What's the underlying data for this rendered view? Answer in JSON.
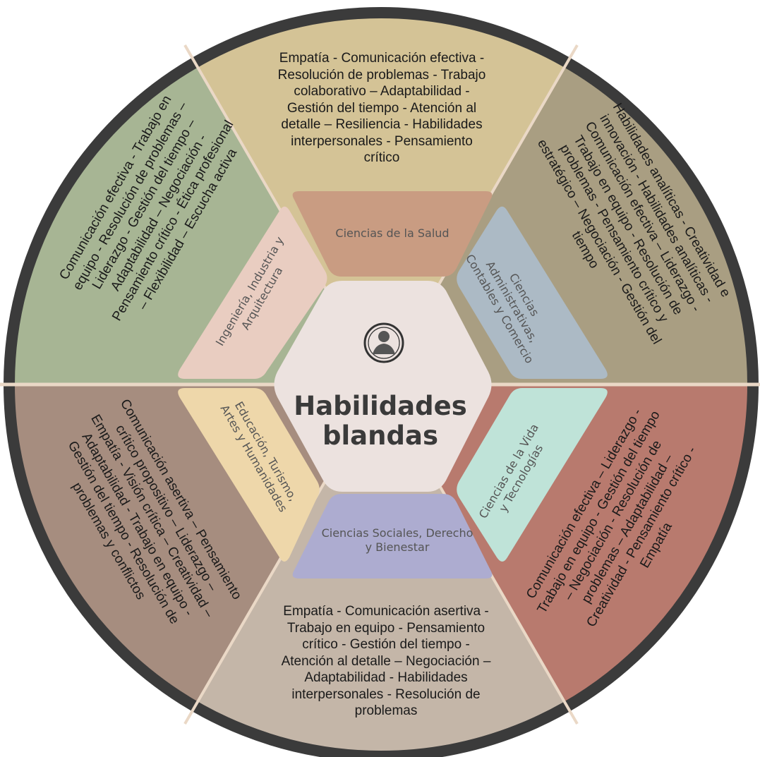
{
  "center": {
    "title_line1": "Habilidades",
    "title_line2": "blandas",
    "emblem_icon": "portrait-seal-icon"
  },
  "inner": {
    "top": "Ciencias de la Salud",
    "upper_right": "Ciencias Administrativas, Contables y Comercio",
    "lower_right": "Ciencias de la Vida y Tecnologías",
    "bottom": "Ciencias Sociales, Derecho y Bienestar",
    "lower_left": "Educación, Turismo, Artes y Humanidades",
    "upper_left": "Ingeniería, Industria y Arquitectura"
  },
  "outer": {
    "top": "Empatía - Comunicación efectiva - Resolución de problemas - Trabajo colaborativo – Adaptabilidad - Gestión del tiempo - Atención al detalle – Resiliencia - Habilidades interpersonales - Pensamiento crítico",
    "upper_right": "Habilidades analíticas - Creatividad e innovación - Habilidades analíticas - Comunicación efectiva – Liderazgo - Trabajo en equipo - Resolución de problemas - Pensamiento crítico y estratégico – Negociación - Gestión del tiempo",
    "lower_right": "Comunicación efectiva – Liderazgo - Trabajo en equipo - Gestión del tiempo – Negociación - Resolución de problemas – Adaptabilidad – Creatividad - Pensamiento crítico - Empatía",
    "bottom": "Empatía - Comunicación asertiva - Trabajo en equipo - Pensamiento crítico - Gestión del tiempo - Atención al detalle – Negociación – Adaptabilidad - Habilidades interpersonales - Resolución de problemas",
    "lower_left": "Comunicación asertiva – Pensamiento crítico propositivo – Liderazgo – Empatía - Visión crítica – Creatividad – Adaptabilidad - Trabajo en equipo - Gestión del tiempo - Resolución de problemas y conflictos",
    "upper_left": "Comunicación efectiva - Trabajo en equipo - Resolución de problemas – Liderazgo - Gestión del tiempo – Adaptabilidad – Negociación - Pensamiento crítico - Ética profesional – Flexibilidad – Escucha activa"
  },
  "colors": {
    "outer_top": "#d4c396",
    "outer_upper_right": "#a99e82",
    "outer_lower_right": "#b87a6e",
    "outer_bottom": "#c4b6a8",
    "outer_lower_left": "#a68d7f",
    "outer_upper_left": "#a7b594",
    "inner_top": "#c99c82",
    "inner_upper_right": "#acbac5",
    "inner_lower_right": "#bfe3d8",
    "inner_bottom": "#adacd0",
    "inner_lower_left": "#eed7aa",
    "inner_upper_left": "#e9cdc1",
    "hexagon": "#ece2df",
    "ring": "#3b3b3b",
    "divider": "#ead8c6"
  }
}
